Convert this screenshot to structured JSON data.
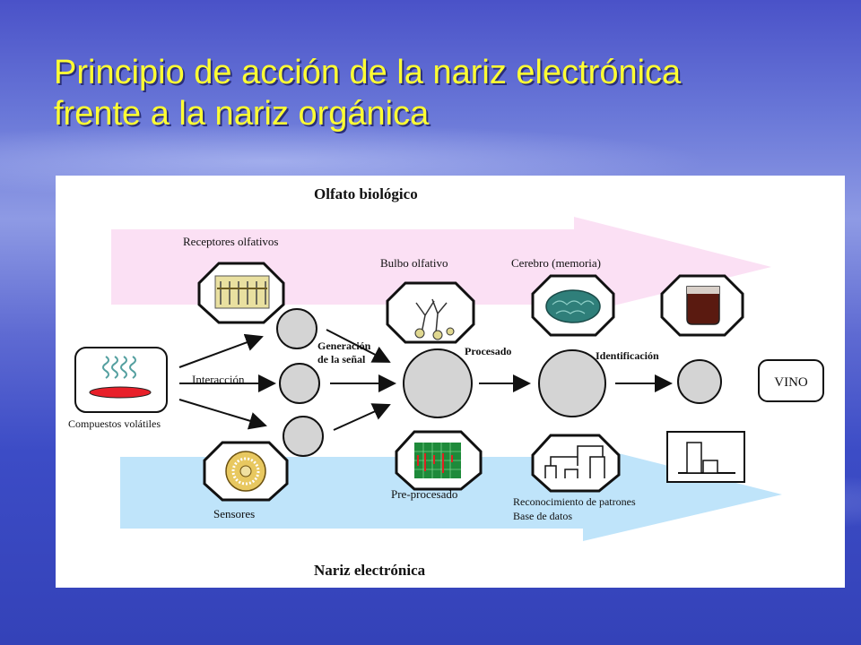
{
  "slide": {
    "title_line1": "Principio de acción de la nariz electrónica",
    "title_line2": "frente a la nariz orgánica"
  },
  "diagram": {
    "header_bio": "Olfato biológico",
    "header_elec": "Nariz electrónica",
    "receptores": "Receptores olfativos",
    "bulbo": "Bulbo olfativo",
    "cerebro": "Cerebro (memoria)",
    "generacion_1": "Generación",
    "generacion_2": "de la señal",
    "procesado": "Procesado",
    "identificacion": "Identificación",
    "interaccion": "Interacción",
    "compuestos": "Compuestos volátiles",
    "vino": "VINO",
    "sensores": "Sensores",
    "preprocesado": "Pre-procesado",
    "reconocimiento": "Reconocimiento de patrones",
    "base_datos": "Base de datos"
  },
  "colors": {
    "title": "#ffff33",
    "bio_arrow": "#fbe0f4",
    "elec_arrow": "#bfe4fa",
    "circle": "#d4d4d4",
    "brain": "#2f7f7a",
    "wine": "#5a1a10"
  }
}
